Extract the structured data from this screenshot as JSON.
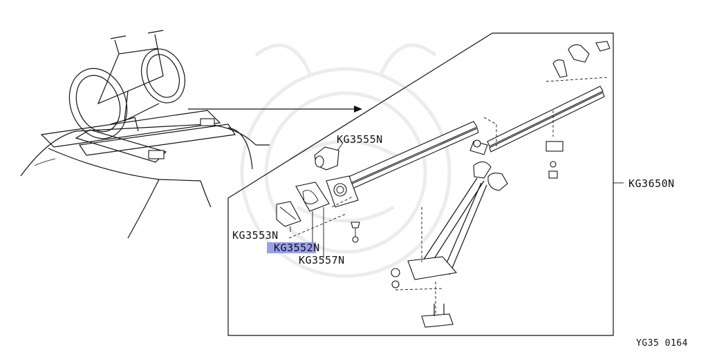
{
  "labels": {
    "kg3555n": "KG3555N",
    "kg3553n": "KG3553N",
    "kg3552n": "KG3552N",
    "kg3557n": "KG3557N",
    "kg3650n": "KG3650N",
    "figure_code": "YG35 0164"
  },
  "colors": {
    "highlight": "#8a8fe6",
    "line": "#111111",
    "watermark": "#ececec"
  }
}
